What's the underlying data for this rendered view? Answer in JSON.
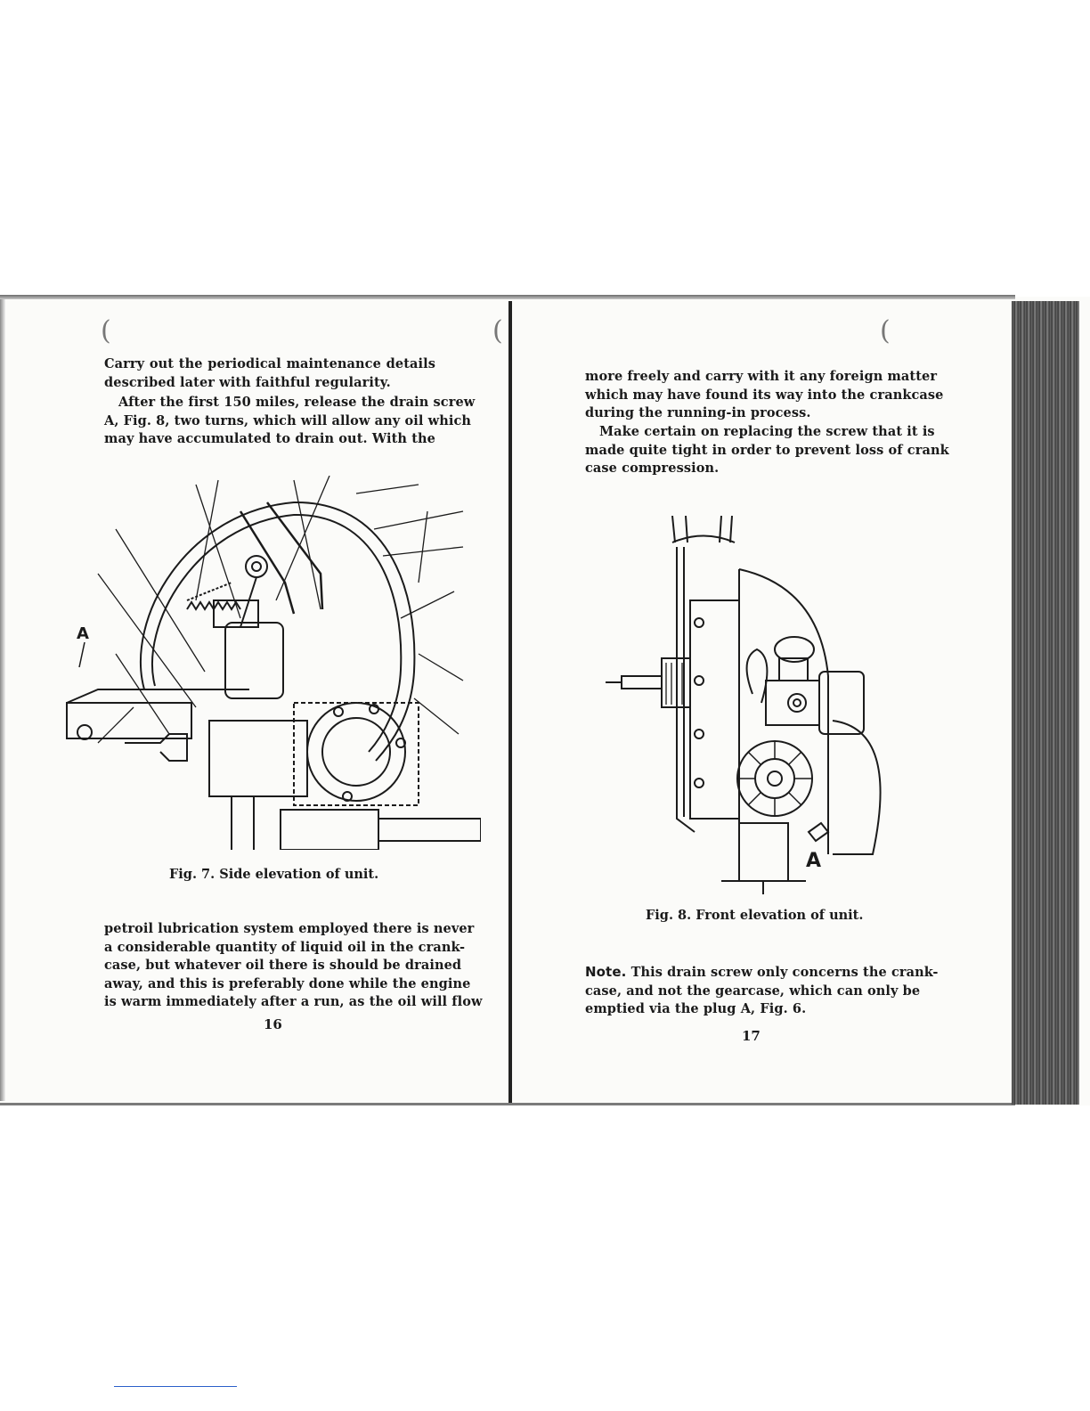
{
  "left_page": {
    "paragraph_1": [
      "Carry out the periodical maintenance details",
      "described later with faithful regularity."
    ],
    "paragraph_2": [
      "After the first 150 miles, release the drain screw",
      "A, Fig. 8, two turns, which will allow any oil which",
      "may have accumulated to drain out. With the"
    ],
    "figure_label": "A",
    "figure_caption": "Fig. 7. Side elevation of unit.",
    "paragraph_3": [
      "petroil lubrication system employed there is never",
      "a considerable quantity of liquid oil in the crank-",
      "case, but whatever oil there is should be drained",
      "away, and this is preferably done while the engine",
      "is warm immediately after a run, as the oil will flow"
    ],
    "page_number": "16"
  },
  "right_page": {
    "paragraph_1": [
      "more freely and carry with it any foreign matter",
      "which may have found its way into the crankcase",
      "during the running-in process."
    ],
    "paragraph_2": [
      "Make certain on replacing the screw that it is",
      "made quite tight in order to prevent loss of crank",
      "case compression."
    ],
    "figure_label": "A",
    "figure_caption": "Fig. 8. Front elevation of unit.",
    "note": {
      "label": "Note.",
      "lines": [
        "This drain screw only concerns the crank-",
        "case, and not the gearcase, which can only be",
        "emptied via the plug A, Fig. 6."
      ]
    },
    "page_number": "17"
  },
  "icons": {
    "punch_hole": "hole-punch-mark-icon"
  }
}
